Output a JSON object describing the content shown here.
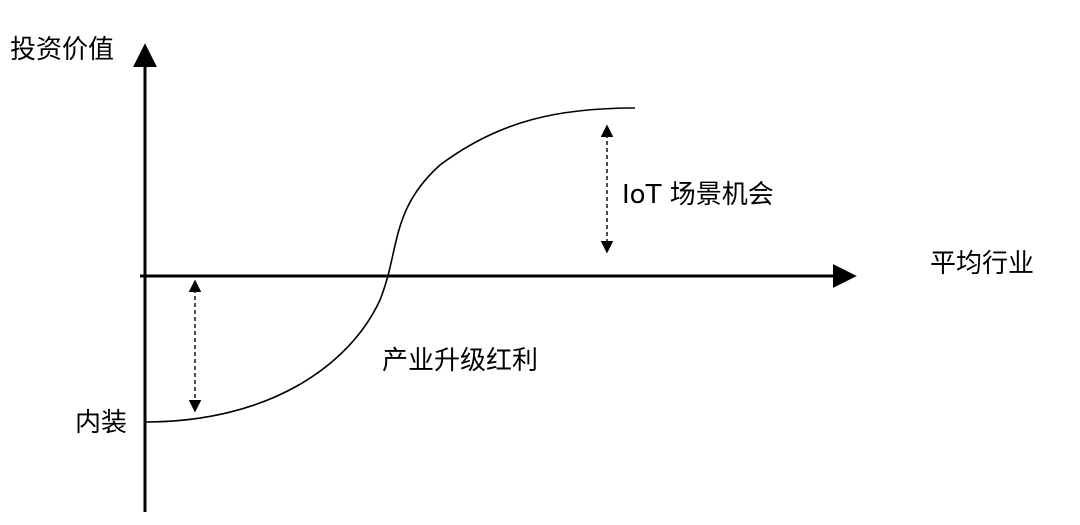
{
  "diagram": {
    "y_axis_label": "投资价值",
    "x_axis_label": "平均行业",
    "upper_gap_label": "IoT 场景机会",
    "lower_gap_label": "产业升级红利",
    "curve_start_label": "内装"
  },
  "colors": {
    "stroke": "#000000",
    "background": "#ffffff"
  }
}
